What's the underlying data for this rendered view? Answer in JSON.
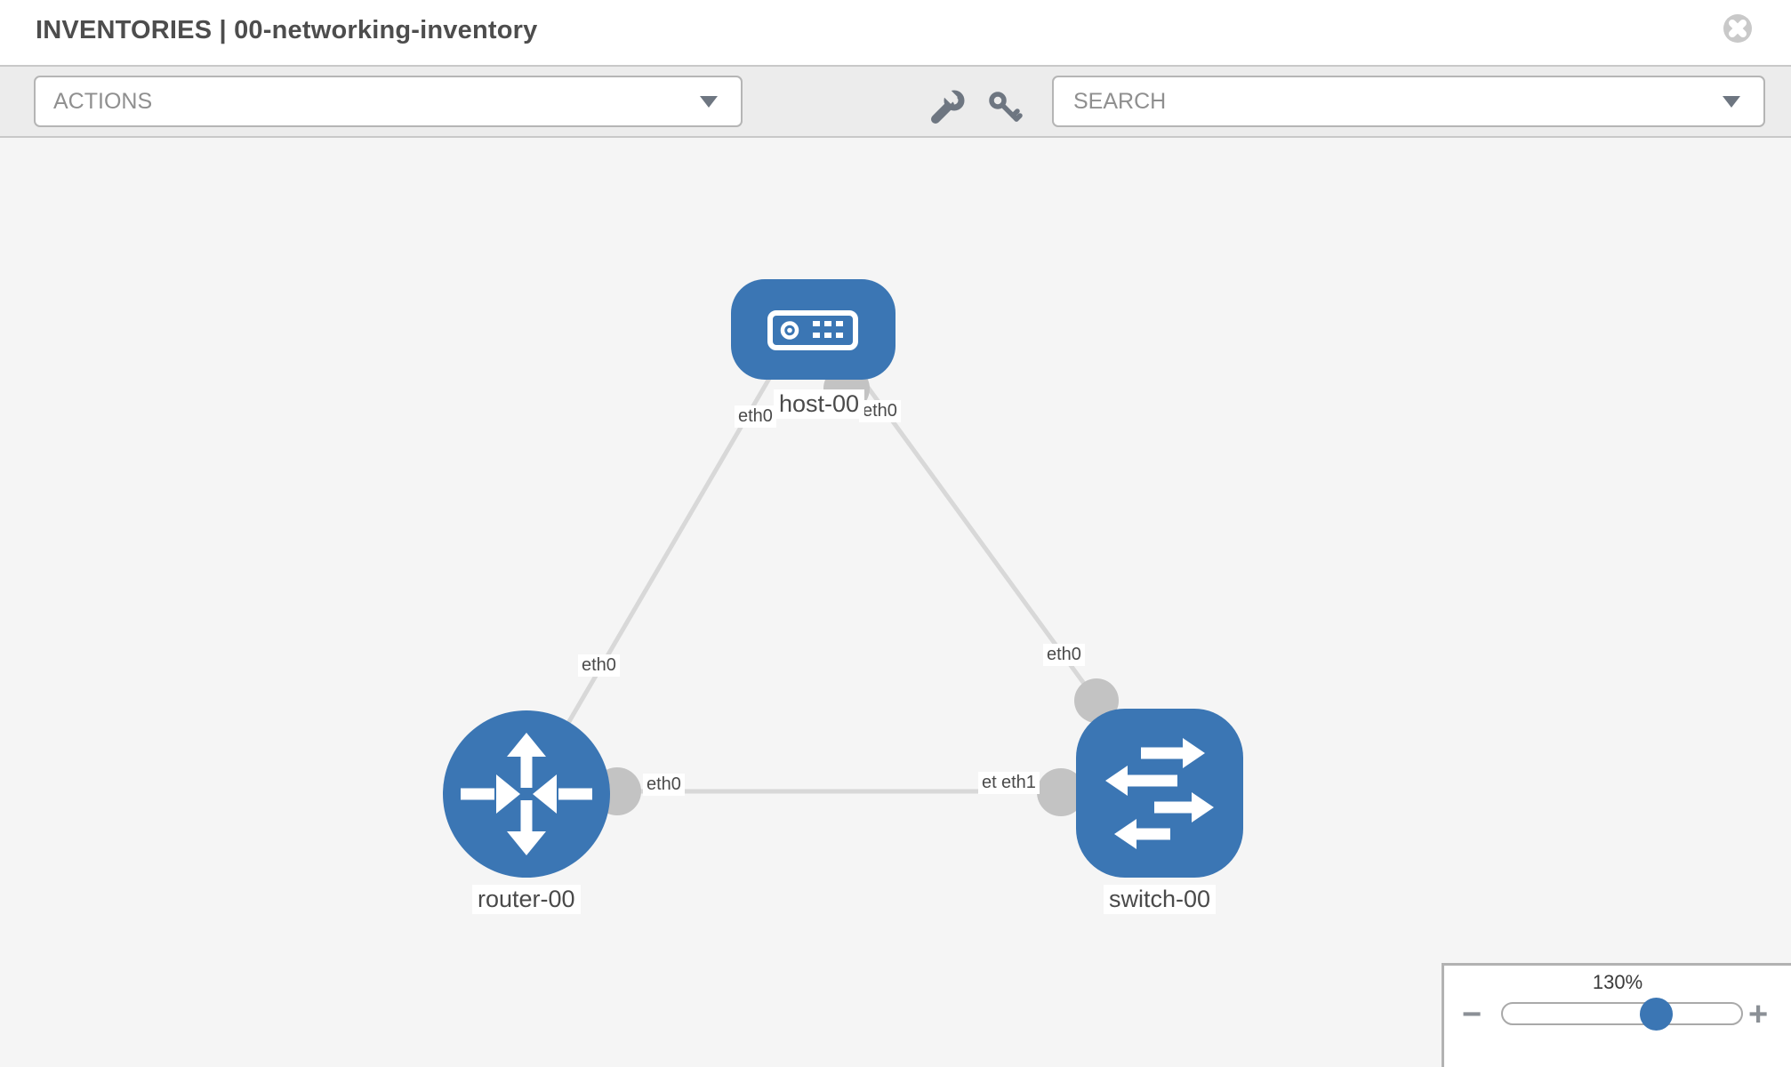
{
  "header": {
    "title": "INVENTORIES | 00-networking-inventory"
  },
  "toolbar": {
    "actions": {
      "label": "ACTIONS"
    },
    "search": {
      "placeholder": "SEARCH"
    }
  },
  "topology": {
    "nodes": [
      {
        "id": "host-00",
        "type": "host",
        "label": "host-00"
      },
      {
        "id": "router-00",
        "type": "router",
        "label": "router-00"
      },
      {
        "id": "switch-00",
        "type": "switch",
        "label": "switch-00"
      }
    ],
    "links": [
      {
        "source": "host-00",
        "target": "router-00",
        "source_interface": "eth0",
        "target_interface": "eth0"
      },
      {
        "source": "host-00",
        "target": "switch-00",
        "source_interface": "eth0",
        "target_interface": "eth0"
      },
      {
        "source": "router-00",
        "target": "switch-00",
        "source_interface": "eth0",
        "target_interface": "eth1"
      }
    ],
    "interface_labels": [
      {
        "text": "eth0",
        "position": "host-side-of-host-router-link"
      },
      {
        "text": "eth0",
        "position": "host-side-of-host-switch-link"
      },
      {
        "text": "eth0",
        "position": "router-side-of-host-router-link"
      },
      {
        "text": "eth0",
        "position": "switch-side-of-host-switch-link"
      },
      {
        "text": "eth0",
        "position": "router-side-of-router-switch-link"
      },
      {
        "text": "eth0",
        "position": "switch-side-of-router-switch-link-under"
      },
      {
        "text": "eth1",
        "position": "switch-side-of-router-switch-link-over"
      }
    ]
  },
  "zoom_control": {
    "level": "130%",
    "minus_label": "−",
    "plus_label": "+"
  },
  "colors": {
    "node_blue": "#3b76b4",
    "canvas_bg": "#f5f5f5",
    "edge_gray": "#d8d8d8",
    "connector_gray": "#c3c3c3"
  }
}
